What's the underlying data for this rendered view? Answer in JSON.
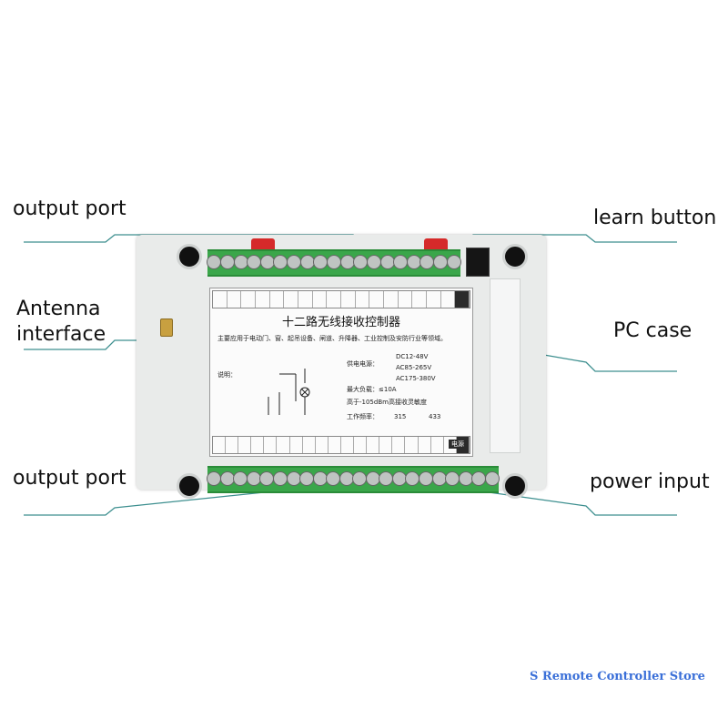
{
  "callouts": {
    "output_port_top": "output port",
    "antenna": "Antenna\ninterface",
    "output_port_bottom": "output port",
    "learn_button": "learn button",
    "pc_case": "PC case",
    "power_input": "power input"
  },
  "device_label": {
    "title": "十二路无线接收控制器",
    "description": "主要应用于电动门、窗、起吊设备、闸道、升降器、工业控制及安防行业等领域。",
    "note_label": "说明：",
    "power_label": "供电电源：",
    "power_options": [
      "DC12-48V",
      "AC85-265V",
      "AC175-380V"
    ],
    "max_load": "最大负载：≤10A",
    "sensitivity": "高于-105dBm高接收灵敏度",
    "frequency_label": "工作频率：",
    "frequency_options": [
      "315",
      "433"
    ],
    "power_tag": "电源"
  },
  "watermark": "S Remote Controller Store",
  "colors": {
    "leader_line": "#3d8f8f",
    "terminal_green": "#3aa64a",
    "case_gray": "#e9ebea",
    "watermark_blue": "#3a6fd8"
  }
}
